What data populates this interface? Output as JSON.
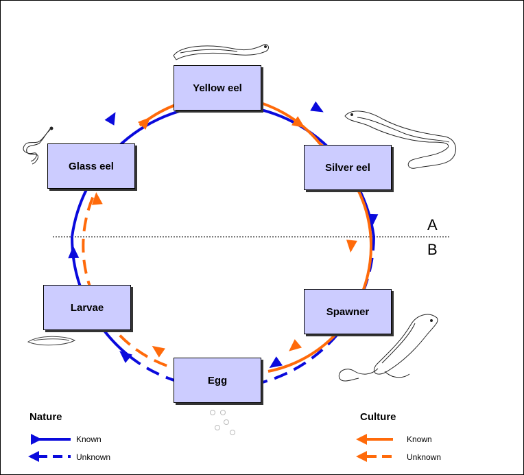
{
  "colors": {
    "nature": "#0a0adc",
    "culture": "#ff6a0a",
    "node_fill": "#ccccff"
  },
  "stages": {
    "yellow_eel": "Yellow eel",
    "silver_eel": "Silver eel",
    "spawner": "Spawner",
    "egg": "Egg",
    "larvae": "Larvae",
    "glass_eel": "Glass eel"
  },
  "zones": {
    "upper": "A",
    "lower": "B"
  },
  "legend": {
    "nature": {
      "title": "Nature",
      "known": "Known",
      "unknown": "Unknown"
    },
    "culture": {
      "title": "Culture",
      "known": "Known",
      "unknown": "Unknown"
    }
  },
  "illustrations": [
    "yellow-eel-drawing-icon",
    "silver-eel-drawing-icon",
    "spawner-eel-drawing-icon",
    "glass-eel-drawing-icon",
    "larva-drawing-icon",
    "eggs-drawing-icon"
  ]
}
